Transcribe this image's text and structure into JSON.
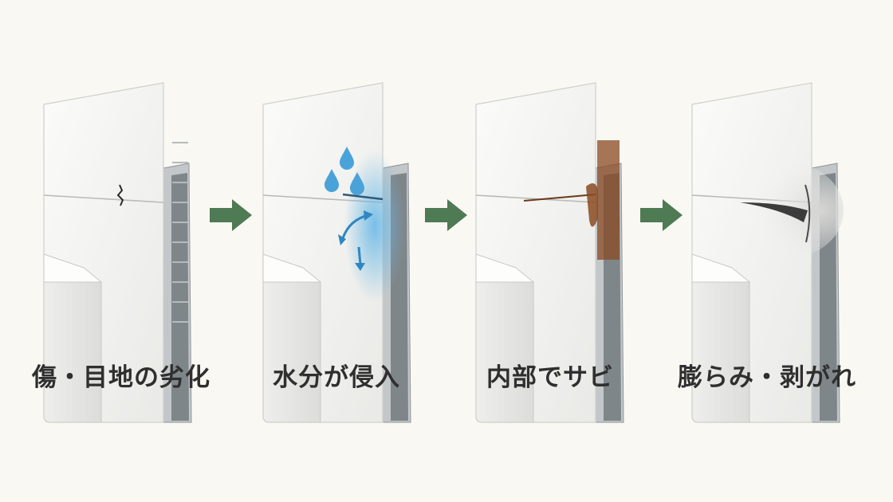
{
  "steps": [
    {
      "id": "damage",
      "label": "傷・目地の劣化"
    },
    {
      "id": "water",
      "label": "水分が侵入"
    },
    {
      "id": "rust",
      "label": "内部でサビ"
    },
    {
      "id": "swell",
      "label": "膨らみ・剥がれ"
    }
  ],
  "colors": {
    "background": "#f9f8f3",
    "arrow": "#4e7a54",
    "label": "#2f2f2f",
    "panel_face": "#f6f6f4",
    "frame_metal": "#9aa0a3",
    "water": "#4aa3d8",
    "rust": "#8a4a22"
  }
}
